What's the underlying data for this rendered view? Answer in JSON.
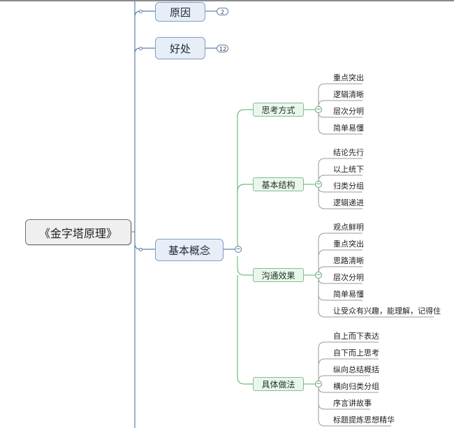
{
  "root": {
    "label": "《金字塔原理》"
  },
  "branches": {
    "reason": {
      "label": "原因",
      "badge": "2"
    },
    "benefit": {
      "label": "好处",
      "badge": "12"
    },
    "concept": {
      "label": "基本概念"
    }
  },
  "subs": [
    {
      "label": "思考方式",
      "leaves": [
        "重点突出",
        "逻辑清晰",
        "层次分明",
        "简单易懂"
      ]
    },
    {
      "label": "基本结构",
      "leaves": [
        "结论先行",
        "以上统下",
        "归类分组",
        "逻辑递进"
      ]
    },
    {
      "label": "沟通效果",
      "leaves": [
        "观点鲜明",
        "重点突出",
        "思路清晰",
        "层次分明",
        "简单易懂",
        "让受众有兴趣，能理解，记得住"
      ]
    },
    {
      "label": "具体做法",
      "leaves": [
        "自上而下表达",
        "自下而上思考",
        "纵向总结概括",
        "横向归类分组",
        "序言讲故事",
        "标题提炼思想精华"
      ]
    }
  ],
  "colors": {
    "main_line": "#5a7fb0",
    "sub_line": "#6fbf80",
    "leaf_line": "#9a9a9a"
  },
  "icons": {
    "collapse": "minus-icon",
    "expand_count": "count-badge"
  }
}
